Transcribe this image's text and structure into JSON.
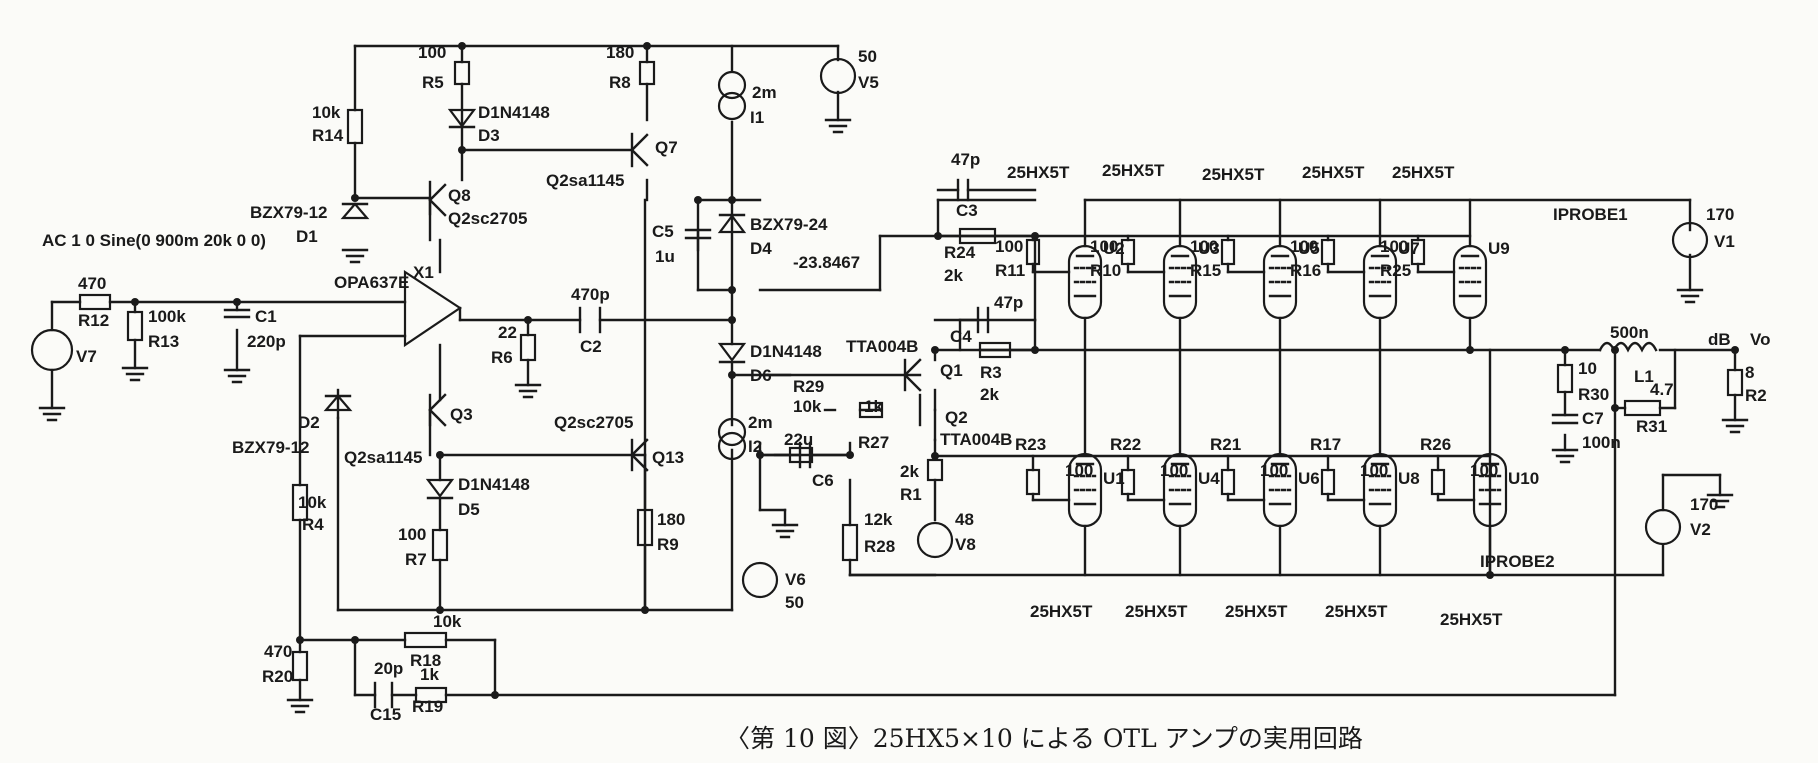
{
  "caption": "〈第 10 図〉25HX5×10 による OTL アンプの実用回路",
  "labels": {
    "r5_val": "100",
    "r5": "R5",
    "r8_val": "180",
    "r8": "R8",
    "d3_type": "D1N4148",
    "d3": "D3",
    "v5_val": "50",
    "v5": "V5",
    "i1_val": "2m",
    "i1": "I1",
    "r14_val": "10k",
    "r14": "R14",
    "q7": "Q7",
    "q7_type": "Q2sa1145",
    "q8": "Q8",
    "q8_type": "Q2sc2705",
    "d1_type": "BZX79-12",
    "d1": "D1",
    "v7_src": "AC 1 0 Sine(0 900m 20k 0 0)",
    "c5": "C5",
    "c5_val": "1u",
    "d4_type": "BZX79-24",
    "d4": "D4",
    "bias_v": "-23.8467",
    "c3_val": "47p",
    "c3": "C3",
    "r24": "R24",
    "r24_val": "2k",
    "tube": "25HX5T",
    "iprobe1": "IPROBE1",
    "iprobe2": "IPROBE2",
    "v1_val": "170",
    "v1": "V1",
    "v2_val": "170",
    "v2": "V2",
    "r12_val": "470",
    "r12": "R12",
    "r13_val": "100k",
    "r13": "R13",
    "c1": "C1",
    "c1_val": "220p",
    "opamp_type": "OPA637E",
    "x1": "X1",
    "c2_val": "470p",
    "c2": "C2",
    "r6_val": "22",
    "r6": "R6",
    "v7": "V7",
    "d6_type": "D1N4148",
    "d6": "D6",
    "q1_type": "TTA004B",
    "q1": "Q1",
    "c4": "C4",
    "c4_val": "47p",
    "r3": "R3",
    "r3_val": "2k",
    "r29": "R29",
    "r29_val": "10k",
    "r27_val": "1k",
    "r27": "R27",
    "q2": "Q2",
    "q2_type": "TTA004B",
    "i2_val": "2m",
    "i2": "I2",
    "c6_val": "22u",
    "c6": "C6",
    "r1_val": "2k",
    "r1": "R1",
    "r28_val": "12k",
    "r28": "R28",
    "v8_val": "48",
    "v8": "V8",
    "v6": "V6",
    "v6_val": "50",
    "d2": "D2",
    "d2_type": "BZX79-12",
    "q3": "Q3",
    "q3_type": "Q2sa1145",
    "d5_type": "D1N4148",
    "d5": "D5",
    "q13_type": "Q2sc2705",
    "q13": "Q13",
    "r9_val": "180",
    "r9": "R9",
    "r4_val": "10k",
    "r4": "R4",
    "r7_val": "100",
    "r7": "R7",
    "r18_val": "10k",
    "r18": "R18",
    "r20_val": "470",
    "r20": "R20",
    "c15_val": "20p",
    "c15": "C15",
    "r19_val": "1k",
    "r19": "R19",
    "r30_val": "10",
    "r30": "R30",
    "c7": "C7",
    "c7_val": "100n",
    "l1_val": "500n",
    "l1": "L1",
    "r31_val": "4.7",
    "r31": "R31",
    "db": "dB",
    "vo": "Vo",
    "r2_val": "8",
    "r2": "R2",
    "r_grid": "100",
    "upper_tubes": [
      "U2",
      "U3",
      "U5",
      "U7",
      "U9"
    ],
    "upper_res": [
      "R11",
      "R10",
      "R15",
      "R16",
      "R25"
    ],
    "lower_tubes": [
      "U1",
      "U4",
      "U6",
      "U8",
      "U10"
    ],
    "lower_res": [
      "R23",
      "R22",
      "R21",
      "R17",
      "R26"
    ]
  }
}
